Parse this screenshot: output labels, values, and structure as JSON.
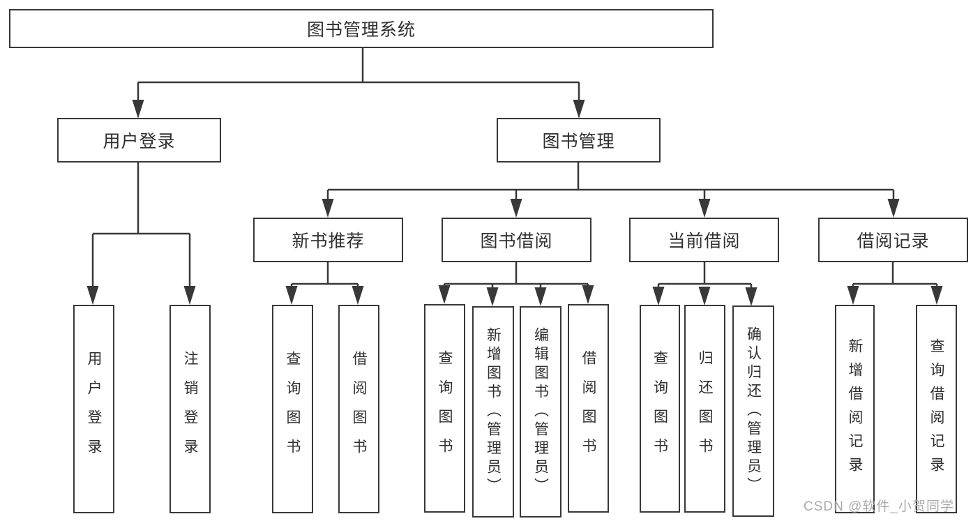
{
  "diagram": {
    "title_node": "图书管理系统",
    "branches": [
      {
        "label": "用户登录",
        "children": [
          "用户登录",
          "注销登录"
        ]
      },
      {
        "label": "图书管理",
        "children": [
          {
            "label": "新书推荐",
            "children": [
              "查询图书",
              "借阅图书"
            ]
          },
          {
            "label": "图书借阅",
            "children": [
              "查询图书",
              "新增图书（管理员）",
              "编辑图书（管理员）",
              "借阅图书"
            ]
          },
          {
            "label": "当前借阅",
            "children": [
              "查询图书",
              "归还图书",
              "确认归还（管理员）"
            ]
          },
          {
            "label": "借阅记录",
            "children": [
              "新增借阅记录",
              "查询借阅记录"
            ]
          }
        ]
      }
    ],
    "colors": {
      "line": "#383838",
      "text": "#2f2f2f",
      "box_background": "#ffffff",
      "watermark": "#aaaaaa"
    },
    "watermark": "CSDN @软件_小贺同学"
  }
}
